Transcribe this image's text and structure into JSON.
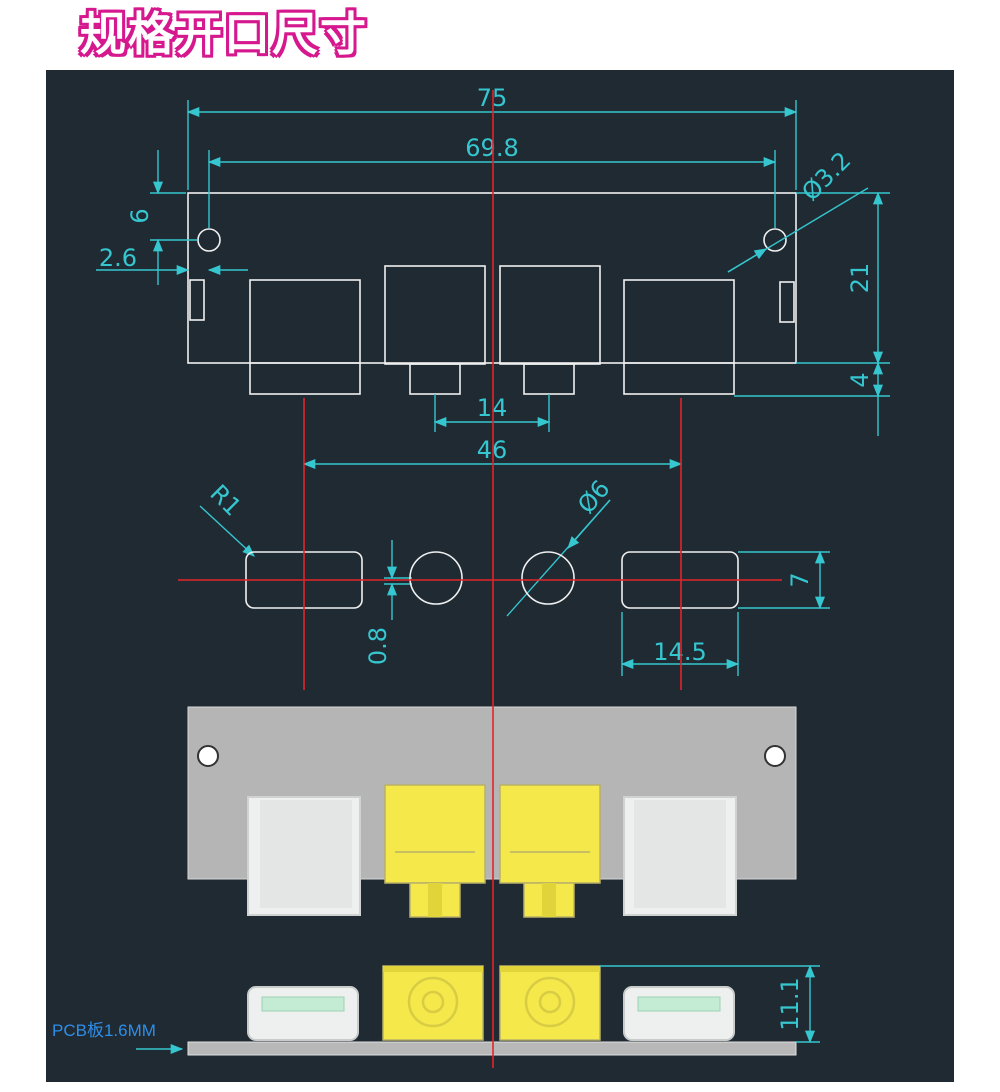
{
  "title": "规格开口尺寸",
  "colors": {
    "title_text": "#ffffff",
    "title_outline": "#d6188f",
    "background": "#1f2a33",
    "outline": "#f0f0f0",
    "dimension": "#35c6cf",
    "centerline": "#e3242b",
    "panel_fill": "#b5b5b5",
    "rca_yellow": "#f4e84a",
    "usb_white": "#eef0ef",
    "usb_insert": "#c4ecd4",
    "pcb_label": "#2f8ee8"
  },
  "dimensions": {
    "total_width": "75",
    "hole_spacing": "69.8",
    "hole_diameter": "Ø3.2",
    "top_to_hole": "6",
    "side_to_hole": "2.6",
    "height": "21",
    "bottom_protrusion": "4",
    "rca_spacing": "14",
    "usb_spacing": "46",
    "corner_radius": "R1",
    "round_hole_diameter": "Ø6",
    "usb_height": "7",
    "offset": "0.8",
    "usb_width": "14.5",
    "connector_height": "11.1"
  },
  "pcb_label": "PCB板1.6MM"
}
